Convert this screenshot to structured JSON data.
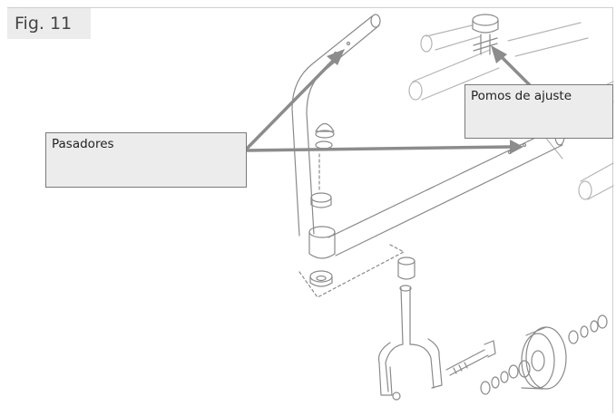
{
  "figure": {
    "label": "Fig. 11"
  },
  "callouts": {
    "pasadores": "Pasadores",
    "pomos": "Pomos de ajuste"
  },
  "colors": {
    "arrow": "#8c8c8c",
    "callout_bg": "#ececec",
    "line_art": "#8a8a8a"
  }
}
